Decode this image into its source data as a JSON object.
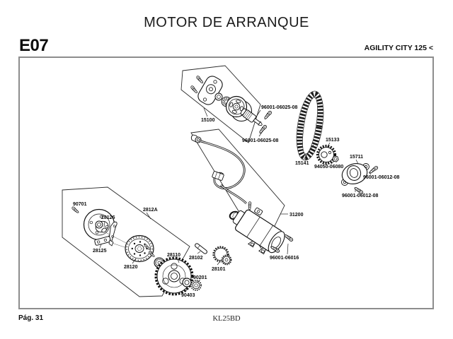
{
  "header": {
    "title": "MOTOR DE ARRANQUE",
    "section_code": "E07",
    "model": "AGILITY CITY 125 <"
  },
  "footer": {
    "page_label": "Pág. 31",
    "doc_code": "KL25BD"
  },
  "colors": {
    "paper": "#ffffff",
    "ink": "#141414",
    "frame_border": "#8d8d8d"
  },
  "diagram": {
    "parts": {
      "starter_assy": "15100",
      "bolt_06025": "96001-06025-08",
      "chain": "15141",
      "sprocket": "15133",
      "nut_94050": "94050-06080",
      "cover": "15711",
      "bolt_06012": "96001-06012-08",
      "motor": "31200",
      "bolt_06016": "96001-06016",
      "screw_90701": "90701",
      "clutch_assy": "2812A",
      "p28126": "28126",
      "p28125": "28125",
      "p28120": "28120",
      "p28110": "28110",
      "p28102": "28102",
      "p28101": "28101",
      "nut_90201": "90201",
      "washer_90403": "90403"
    }
  }
}
